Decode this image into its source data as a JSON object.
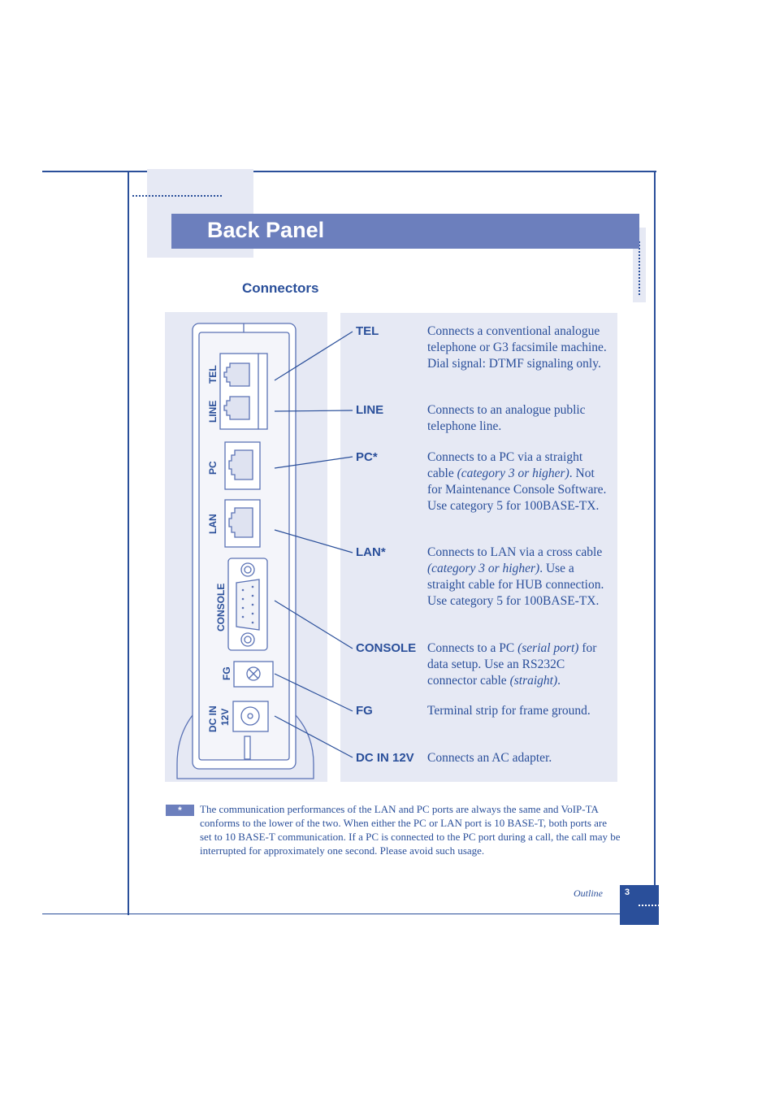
{
  "page": {
    "title": "Back Panel",
    "section_heading": "Connectors"
  },
  "device_labels": {
    "tel": "TEL",
    "line": "LINE",
    "pc": "PC",
    "lan": "LAN",
    "console": "CONSOLE",
    "fg": "FG",
    "dc_in_line1": "DC IN",
    "dc_in_line2": "12V"
  },
  "connectors": [
    {
      "name": "TEL",
      "desc_html": "Connects a conventional analogue telephone or G3 facsimile machine. Dial signal: DTMF signaling only."
    },
    {
      "name": "LINE",
      "desc_html": "Connects to an analogue public telephone line."
    },
    {
      "name": "PC*",
      "desc_html": "Connects to a PC via a straight cable <i>(category 3 or higher)</i>. Not for Maintenance Console Software. Use category 5 for 100BASE-TX."
    },
    {
      "name": "LAN*",
      "desc_html": "Connects to LAN via a cross cable <i>(category 3 or higher)</i>. Use a straight cable for HUB connection. Use category 5 for 100BASE-TX."
    },
    {
      "name": "CONSOLE",
      "desc_html": "Connects to a PC <i>(serial port)</i> for data setup. Use an RS232C connector cable <i>(straight)</i>."
    },
    {
      "name": "FG",
      "desc_html": "Terminal strip for frame ground."
    },
    {
      "name": "DC IN 12V",
      "desc_html": "Connects an AC adapter."
    }
  ],
  "footnote": {
    "marker": "*",
    "text": "The communication performances of the LAN and PC ports are always the same and VoIP-TA conforms to the lower of the two.  When either the PC or LAN port is 10 BASE-T, both ports are set to 10 BASE-T communication.  If a PC is connected to the PC port during a call, the call may be  interrupted  for approximately one second. Please avoid such usage."
  },
  "footer": {
    "section": "Outline",
    "page_number": "3"
  },
  "colors": {
    "primary": "#2a4f9a",
    "title_bar": "#6c7fbd",
    "panel_shade": "#e6e9f4"
  }
}
